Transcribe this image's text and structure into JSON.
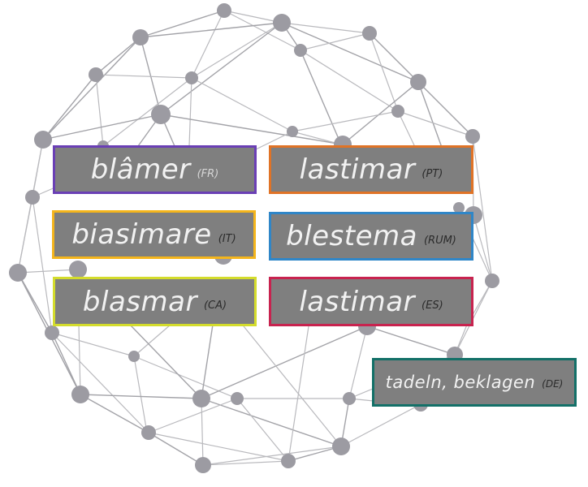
{
  "diagram": {
    "type": "word-network",
    "background_color": "#ffffff",
    "box_fill": "#7f7f7f",
    "node_color": "#9c9ba2",
    "edge_color": "#b9b9bd"
  },
  "words": [
    {
      "id": "fr",
      "word": "blâmer",
      "lang": "(FR)",
      "border": "#6a3fb5",
      "lang_light": true
    },
    {
      "id": "pt",
      "word": "lastimar",
      "lang": "(PT)",
      "border": "#e07326",
      "lang_light": false
    },
    {
      "id": "it",
      "word": "biasimare",
      "lang": "(IT)",
      "border": "#f4b51c",
      "lang_light": false
    },
    {
      "id": "rum",
      "word": "blestema",
      "lang": "(RUM)",
      "border": "#2f86c8",
      "lang_light": false
    },
    {
      "id": "ca",
      "word": "blasmar",
      "lang": "(CA)",
      "border": "#d4dc2c",
      "lang_light": false
    },
    {
      "id": "es",
      "word": "lastimar",
      "lang": "(ES)",
      "border": "#c8234f",
      "lang_light": false
    },
    {
      "id": "de",
      "word": "tadeln, beklagen",
      "lang": "(DE)",
      "border": "#137068",
      "lang_light": false
    }
  ]
}
